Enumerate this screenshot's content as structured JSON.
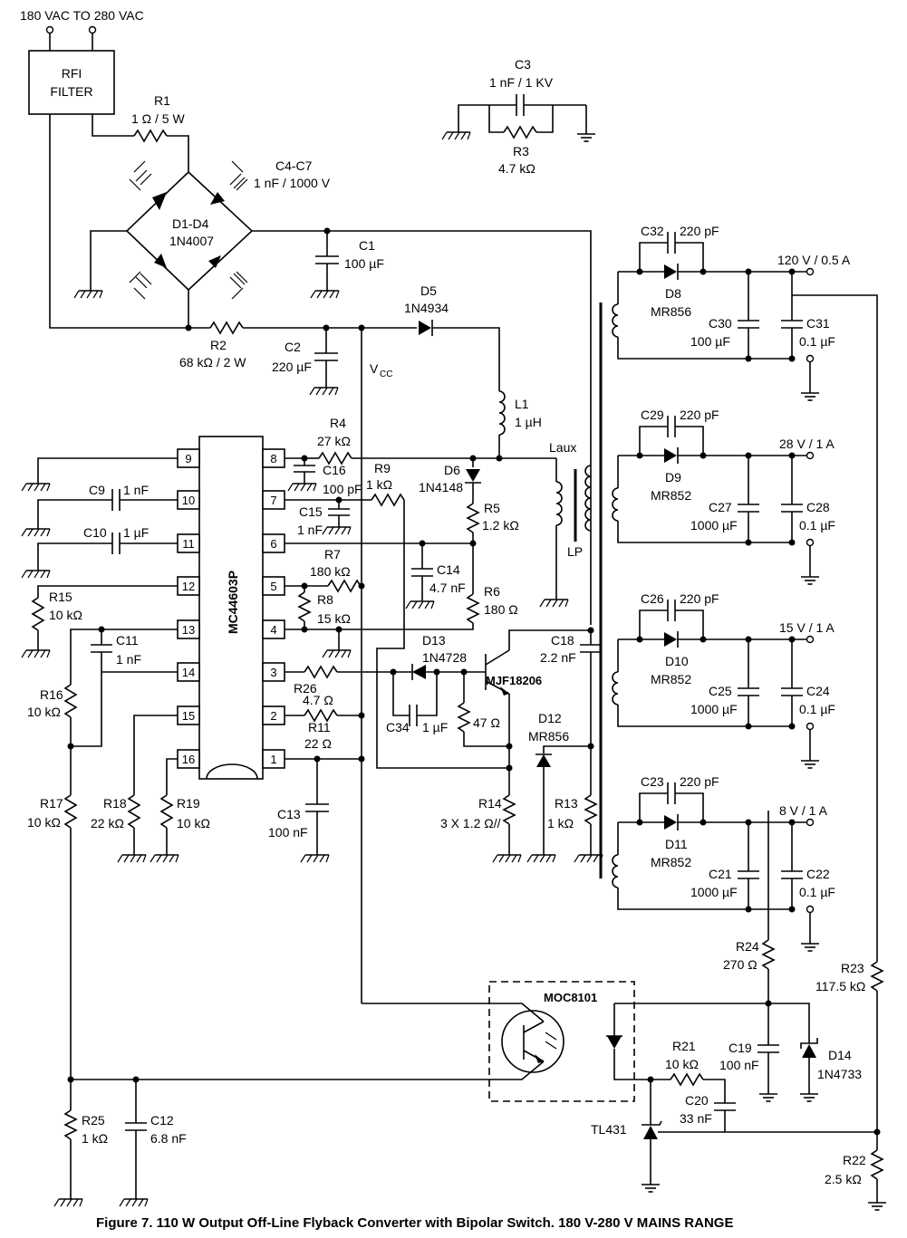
{
  "figure": {
    "caption": "Figure 7. 110 W Output Off-Line Flyback Converter with Bipolar Switch. 180 V-280 V MAINS RANGE"
  },
  "input": {
    "label": "180 VAC TO 280 VAC",
    "filter_line1": "RFI",
    "filter_line2": "FILTER"
  },
  "ic": {
    "name": "MC44603P",
    "pins": [
      "1",
      "2",
      "3",
      "4",
      "5",
      "6",
      "7",
      "8",
      "9",
      "10",
      "11",
      "12",
      "13",
      "14",
      "15",
      "16"
    ]
  },
  "components": {
    "r1": [
      "R1",
      "1 Ω / 5 W"
    ],
    "r2": [
      "R2",
      "68 kΩ / 2 W"
    ],
    "r3": [
      "R3",
      "4.7 kΩ"
    ],
    "r4": [
      "R4",
      "27 kΩ"
    ],
    "r5": [
      "R5",
      "1.2 kΩ"
    ],
    "r6": [
      "R6",
      "180 Ω"
    ],
    "r7": [
      "R7",
      "180 kΩ"
    ],
    "r8": [
      "R8",
      "15 kΩ"
    ],
    "r9": [
      "R9",
      "1 kΩ"
    ],
    "r11": [
      "R11",
      "22 Ω"
    ],
    "r13": [
      "R13",
      "1 kΩ"
    ],
    "r14": [
      "R14",
      "3 X 1.2 Ω//"
    ],
    "r15": [
      "R15",
      "10 kΩ"
    ],
    "r16": [
      "R16",
      "10 kΩ"
    ],
    "r17": [
      "R17",
      "10 kΩ"
    ],
    "r18": [
      "R18",
      "22 kΩ"
    ],
    "r19": [
      "R19",
      "10 kΩ"
    ],
    "r21": [
      "R21",
      "10 kΩ"
    ],
    "r22": [
      "R22",
      "2.5 kΩ"
    ],
    "r23": [
      "R23",
      "117.5 kΩ"
    ],
    "r24": [
      "R24",
      "270 Ω"
    ],
    "r25": [
      "R25",
      "1 kΩ"
    ],
    "r26": [
      "R26",
      "4.7 Ω"
    ],
    "c1": [
      "C1",
      "100 µF"
    ],
    "c2": [
      "C2",
      "220 µF"
    ],
    "c3": [
      "C3",
      "1 nF / 1 KV"
    ],
    "c47": [
      "C4-C7",
      "1 nF / 1000 V"
    ],
    "c9": [
      "C9",
      "1 nF"
    ],
    "c10": [
      "C10",
      "1 µF"
    ],
    "c11": [
      "C11",
      "1 nF"
    ],
    "c12": [
      "C12",
      "6.8 nF"
    ],
    "c13": [
      "C13",
      "100 nF"
    ],
    "c14": [
      "C14",
      "4.7 nF"
    ],
    "c15": [
      "C15",
      "1 nF"
    ],
    "c16": [
      "C16",
      "100 pF"
    ],
    "c18": [
      "C18",
      "2.2 nF"
    ],
    "c19": [
      "C19",
      "100 nF"
    ],
    "c20": [
      "C20",
      "33 nF"
    ],
    "c21": [
      "C21",
      "1000 µF"
    ],
    "c22": [
      "C22",
      "0.1 µF"
    ],
    "c23": [
      "C23",
      "220 pF"
    ],
    "c24": [
      "C24",
      "0.1 µF"
    ],
    "c25": [
      "C25",
      "1000 µF"
    ],
    "c26": [
      "C26",
      "220 pF"
    ],
    "c27": [
      "C27",
      "1000 µF"
    ],
    "c28": [
      "C28",
      "0.1 µF"
    ],
    "c29": [
      "C29",
      "220 pF"
    ],
    "c30": [
      "C30",
      "100 µF"
    ],
    "c31": [
      "C31",
      "0.1 µF"
    ],
    "c32": [
      "C32",
      "220 pF"
    ],
    "c34": [
      "C34",
      "1 µF"
    ],
    "d14": [
      "D1-D4",
      "1N4007"
    ],
    "d5": [
      "D5",
      "1N4934"
    ],
    "d6": [
      "D6",
      "1N4148"
    ],
    "d8": [
      "D8",
      "MR856"
    ],
    "d9": [
      "D9",
      "MR852"
    ],
    "d10": [
      "D10",
      "MR852"
    ],
    "d11": [
      "D11",
      "MR852"
    ],
    "d12": [
      "D12",
      "MR856"
    ],
    "d13": [
      "D13",
      "1N4728"
    ],
    "d14b": [
      "D14",
      "1N4733"
    ],
    "l1": [
      "L1",
      "1 µH"
    ],
    "q1": "MJF18206",
    "opto": "MOC8101",
    "tl431": "TL431",
    "laux": "Laux",
    "lp": "LP",
    "vcc": "V",
    "vcc_sub": "CC",
    "r47": "47 Ω"
  },
  "outputs": [
    "120 V / 0.5 A",
    "28 V / 1 A",
    "15 V / 1 A",
    "8 V / 1 A"
  ]
}
